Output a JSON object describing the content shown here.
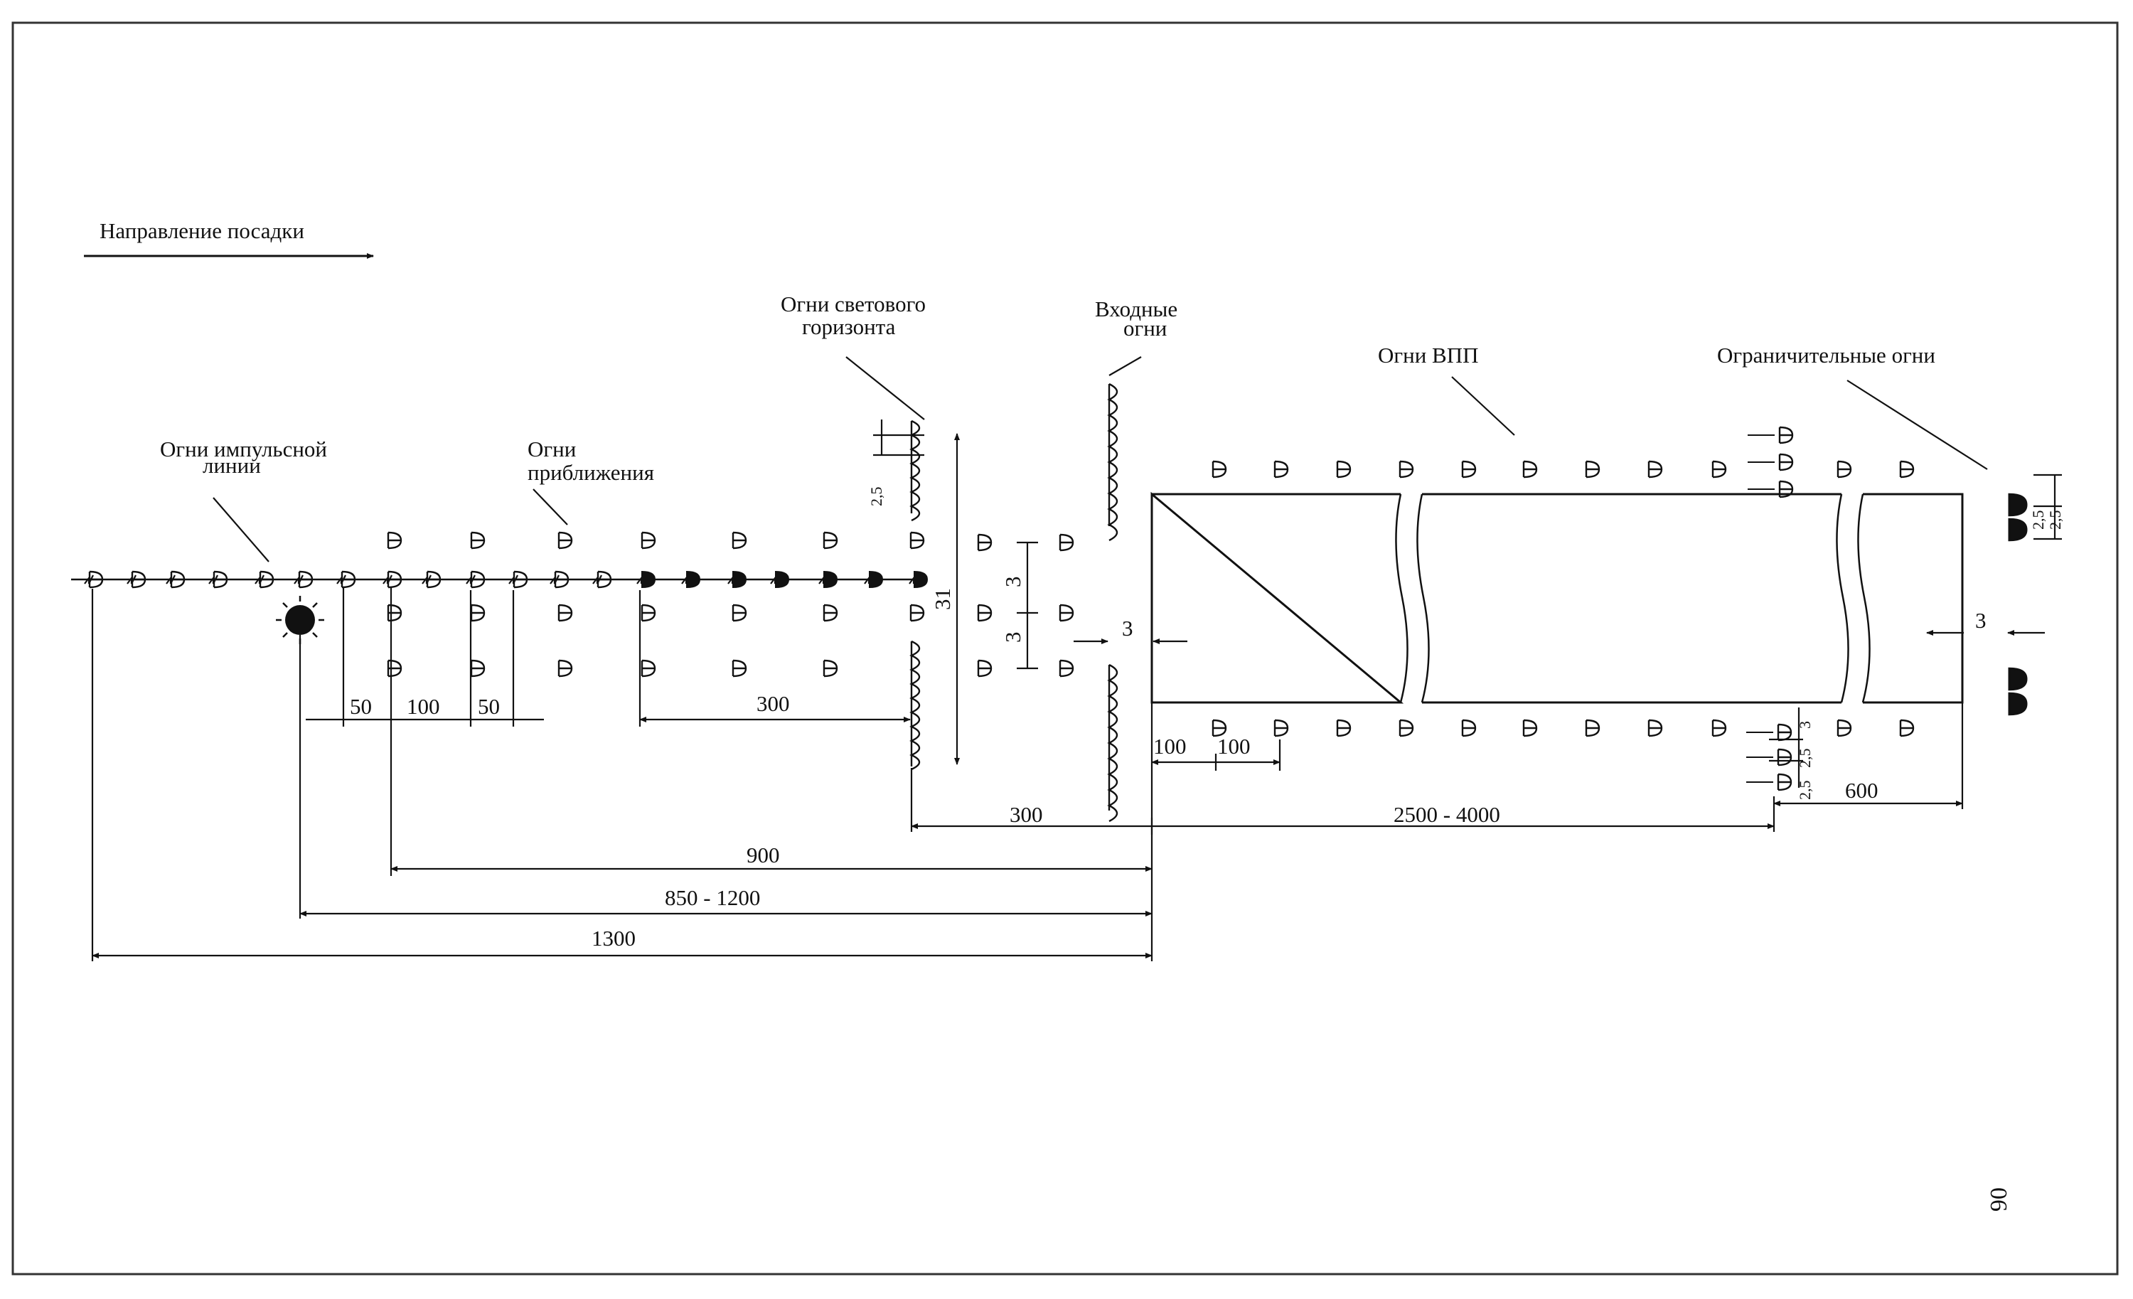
{
  "labels": {
    "direction": "Направление посадки",
    "pulse_1": "Огни импульсной",
    "pulse_2": "линии",
    "approach_1": "Огни",
    "approach_2": "приближения",
    "horizon_1": "Огни светового",
    "horizon_2": "горизонта",
    "entrance_1": "Входные",
    "entrance_2": "огни",
    "runway": "Огни ВПП",
    "limit": "Ограничительные огни"
  },
  "dimensions": {
    "d50a": "50",
    "d100": "100",
    "d50b": "50",
    "d300a": "300",
    "d25a": "2,5",
    "d31": "31",
    "d3a": "3",
    "d3b": "3",
    "d3c": "3",
    "d100a": "100",
    "d100b": "100",
    "d300b": "300",
    "d2500": "2500 - 4000",
    "d25b": "2,5",
    "d25c": "2,5",
    "d3d": "3",
    "d25d": "2,5",
    "d25e": "2,5",
    "d600": "600",
    "d3e": "3",
    "d900": "900",
    "d850": "850 - 1200",
    "d1300": "1300"
  },
  "page_number": "06"
}
